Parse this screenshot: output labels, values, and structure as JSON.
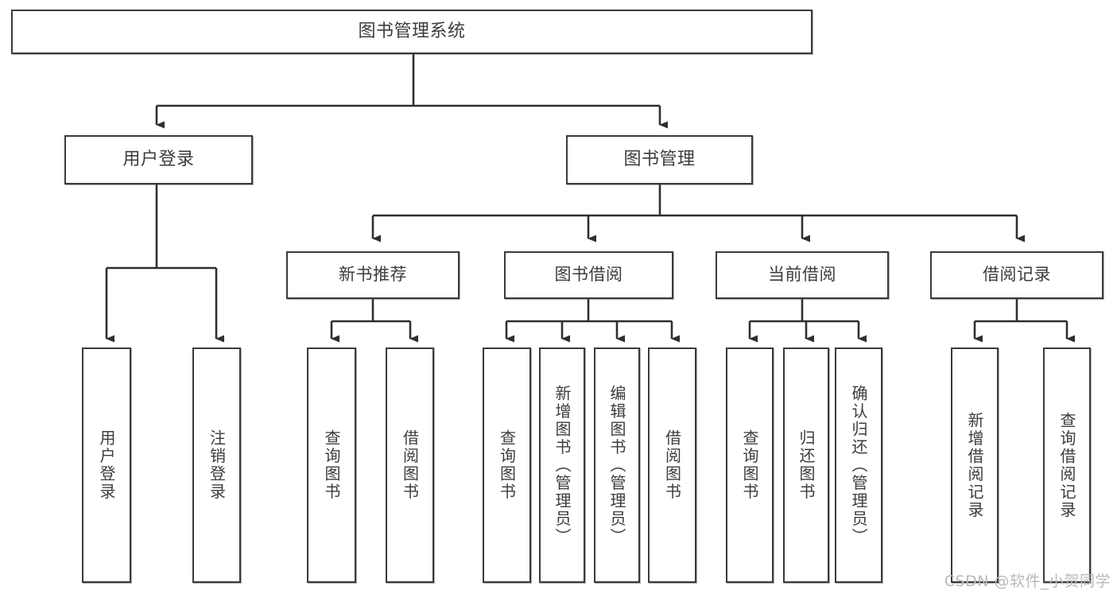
{
  "diagram": {
    "title": "图书管理系统",
    "type": "tree-hierarchy-chart",
    "watermark": "CSDN @软件_小贺同学",
    "colors": {
      "border": "#3a3a3a",
      "text": "#3c3c3c",
      "background": "#ffffff",
      "watermark": "#b9b9b9"
    }
  },
  "nodes": {
    "root": {
      "label": "图书管理系统"
    },
    "level2": [
      {
        "id": "user-login",
        "label": "用户登录"
      },
      {
        "id": "book-management",
        "label": "图书管理"
      }
    ],
    "level3": [
      {
        "id": "new-book-recommend",
        "label": "新书推荐"
      },
      {
        "id": "book-borrow",
        "label": "图书借阅"
      },
      {
        "id": "current-borrow",
        "label": "当前借阅"
      },
      {
        "id": "borrow-record",
        "label": "借阅记录"
      }
    ],
    "leaves": {
      "user-login": [
        {
          "id": "leaf-user-login",
          "label": "用户登录"
        },
        {
          "id": "leaf-logout-login",
          "label": "注销登录"
        }
      ],
      "new-book-recommend": [
        {
          "id": "leaf-query-book-1",
          "label": "查询图书"
        },
        {
          "id": "leaf-borrow-book-1",
          "label": "借阅图书"
        }
      ],
      "book-borrow": [
        {
          "id": "leaf-query-book-2",
          "label": "查询图书"
        },
        {
          "id": "leaf-add-book-admin",
          "label": "新增图书（管理员）"
        },
        {
          "id": "leaf-edit-book-admin",
          "label": "编辑图书（管理员）"
        },
        {
          "id": "leaf-borrow-book-2",
          "label": "借阅图书"
        }
      ],
      "current-borrow": [
        {
          "id": "leaf-query-book-3",
          "label": "查询图书"
        },
        {
          "id": "leaf-return-book",
          "label": "归还图书"
        },
        {
          "id": "leaf-confirm-return-admin",
          "label": "确认归还（管理员）"
        }
      ],
      "borrow-record": [
        {
          "id": "leaf-add-borrow-record",
          "label": "新增借阅记录"
        },
        {
          "id": "leaf-query-borrow-record",
          "label": "查询借阅记录"
        }
      ]
    }
  }
}
